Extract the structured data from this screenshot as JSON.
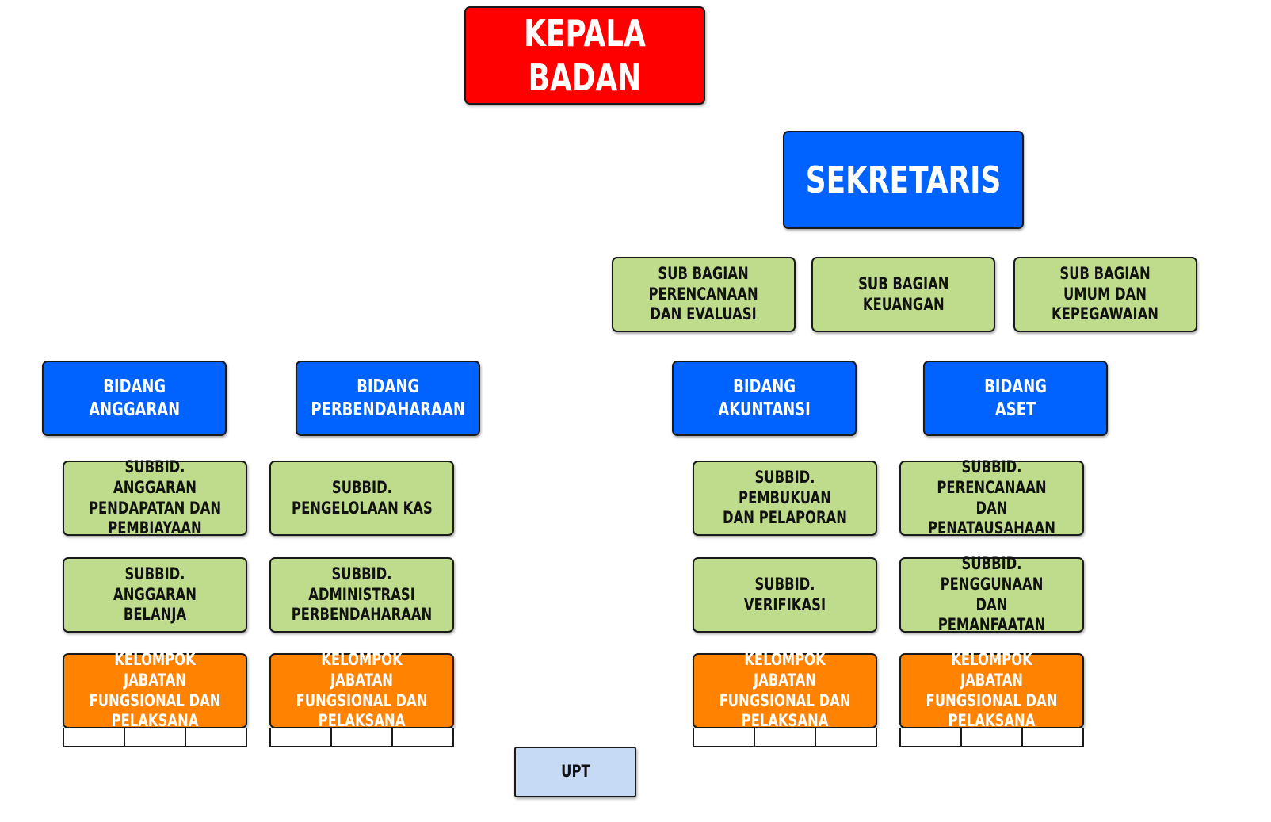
{
  "nodes": {
    "kepala_badan": "KEPALA BADAN",
    "sekretaris": "SEKRETARIS",
    "sub_bagian_perencanaan": "SUB BAGIAN\nPERENCANAAN\nDAN EVALUASI",
    "sub_bagian_keuangan": "SUB BAGIAN\nKEUANGAN",
    "sub_bagian_umum": "SUB BAGIAN\nUMUM DAN\nKEPEGAWAIAN",
    "bidang_anggaran": "BIDANG\nANGGARAN",
    "bidang_perbendaharaan": "BIDANG\nPERBENDAHARAAN",
    "bidang_akuntansi": "BIDANG\nAKUNTANSI",
    "bidang_aset": "BIDANG\nASET",
    "subbid_anggaran_pendapatan": "SUBBID. ANGGARAN\nPENDAPATAN DAN\nPEMBIAYAAN",
    "subbid_pengelolaan_kas": "SUBBID.\nPENGELOLAAN KAS",
    "subbid_pembukuan": "SUBBID. PEMBUKUAN\nDAN PELAPORAN",
    "subbid_perencanaan_penatausahaan": "SUBBID. PERENCANAAN\nDAN PENATAUSAHAAN",
    "subbid_anggaran_belanja": "SUBBID.\nANGGARAN BELANJA",
    "subbid_administrasi_perbendaharaan": "SUBBID. ADMINISTRASI\nPERBENDAHARAAN",
    "subbid_verifikasi": "SUBBID. VERIFIKASI",
    "subbid_penggunaan": "SUBBID. PENGGUNAAN\nDAN PEMANFAATAN",
    "kelompok_anggaran": "KELOMPOK JABATAN\nFUNGSIONAL DAN\nPELAKSANA",
    "kelompok_perbendaharaan": "KELOMPOK JABATAN\nFUNGSIONAL DAN\nPELAKSANA",
    "kelompok_akuntansi": "KELOMPOK JABATAN\nFUNGSIONAL DAN\nPELAKSANA",
    "kelompok_aset": "KELOMPOK JABATAN\nFUNGSIONAL DAN\nPELAKSANA",
    "upt": "UPT"
  },
  "colors": {
    "head": "#ff0000",
    "bidang": "#0062ff",
    "subbid": "#bedc8c",
    "kelompok": "#ff8200",
    "upt": "#c6d9f5"
  }
}
